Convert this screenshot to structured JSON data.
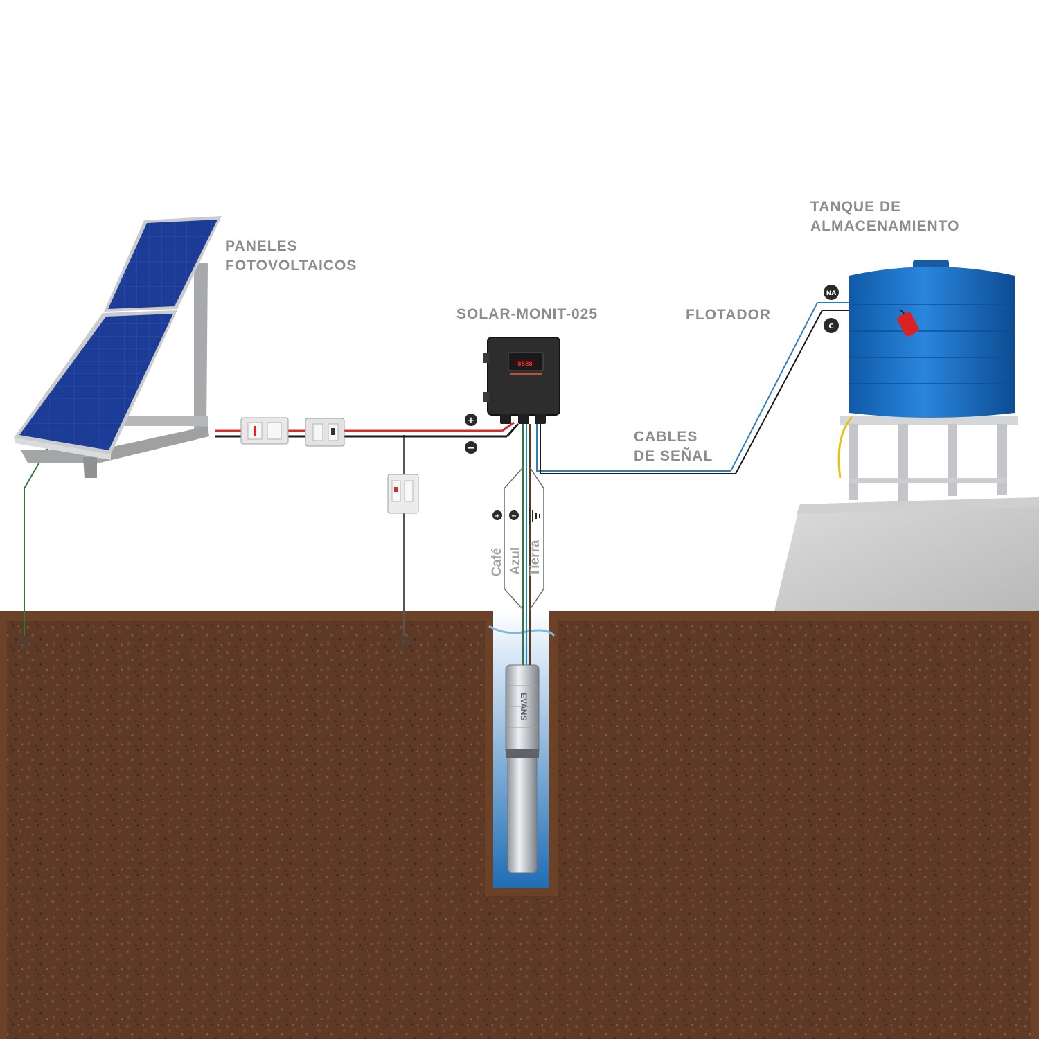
{
  "labels": {
    "panels": [
      "PANELES",
      "FOTOVOLTAICOS"
    ],
    "controller": "SOLAR-MONIT-025",
    "float": "FLOTADOR",
    "tank": [
      "TANQUE DE",
      "ALMACENAMIENTO"
    ],
    "signal_cables": [
      "CABLES",
      "DE SEÑAL"
    ]
  },
  "terminals": {
    "plus": "+",
    "minus": "−",
    "na": "NA",
    "c": "C"
  },
  "wires": [
    "Café",
    "Azul",
    "Tierra"
  ],
  "controller_display": "8888",
  "pump_brand": "EVANS",
  "colors": {
    "soil": "#5e3a26",
    "soil_border": "#6b4228",
    "tank": "#1d6fc4",
    "panel": "#1f3f9a",
    "positive_wire": "#d42a2a",
    "negative_wire": "#1a1a1a",
    "ground_wire": "#2f7a3a",
    "signal_wire_blue": "#2b7fc0",
    "label_gray": "#8c8c8c"
  }
}
